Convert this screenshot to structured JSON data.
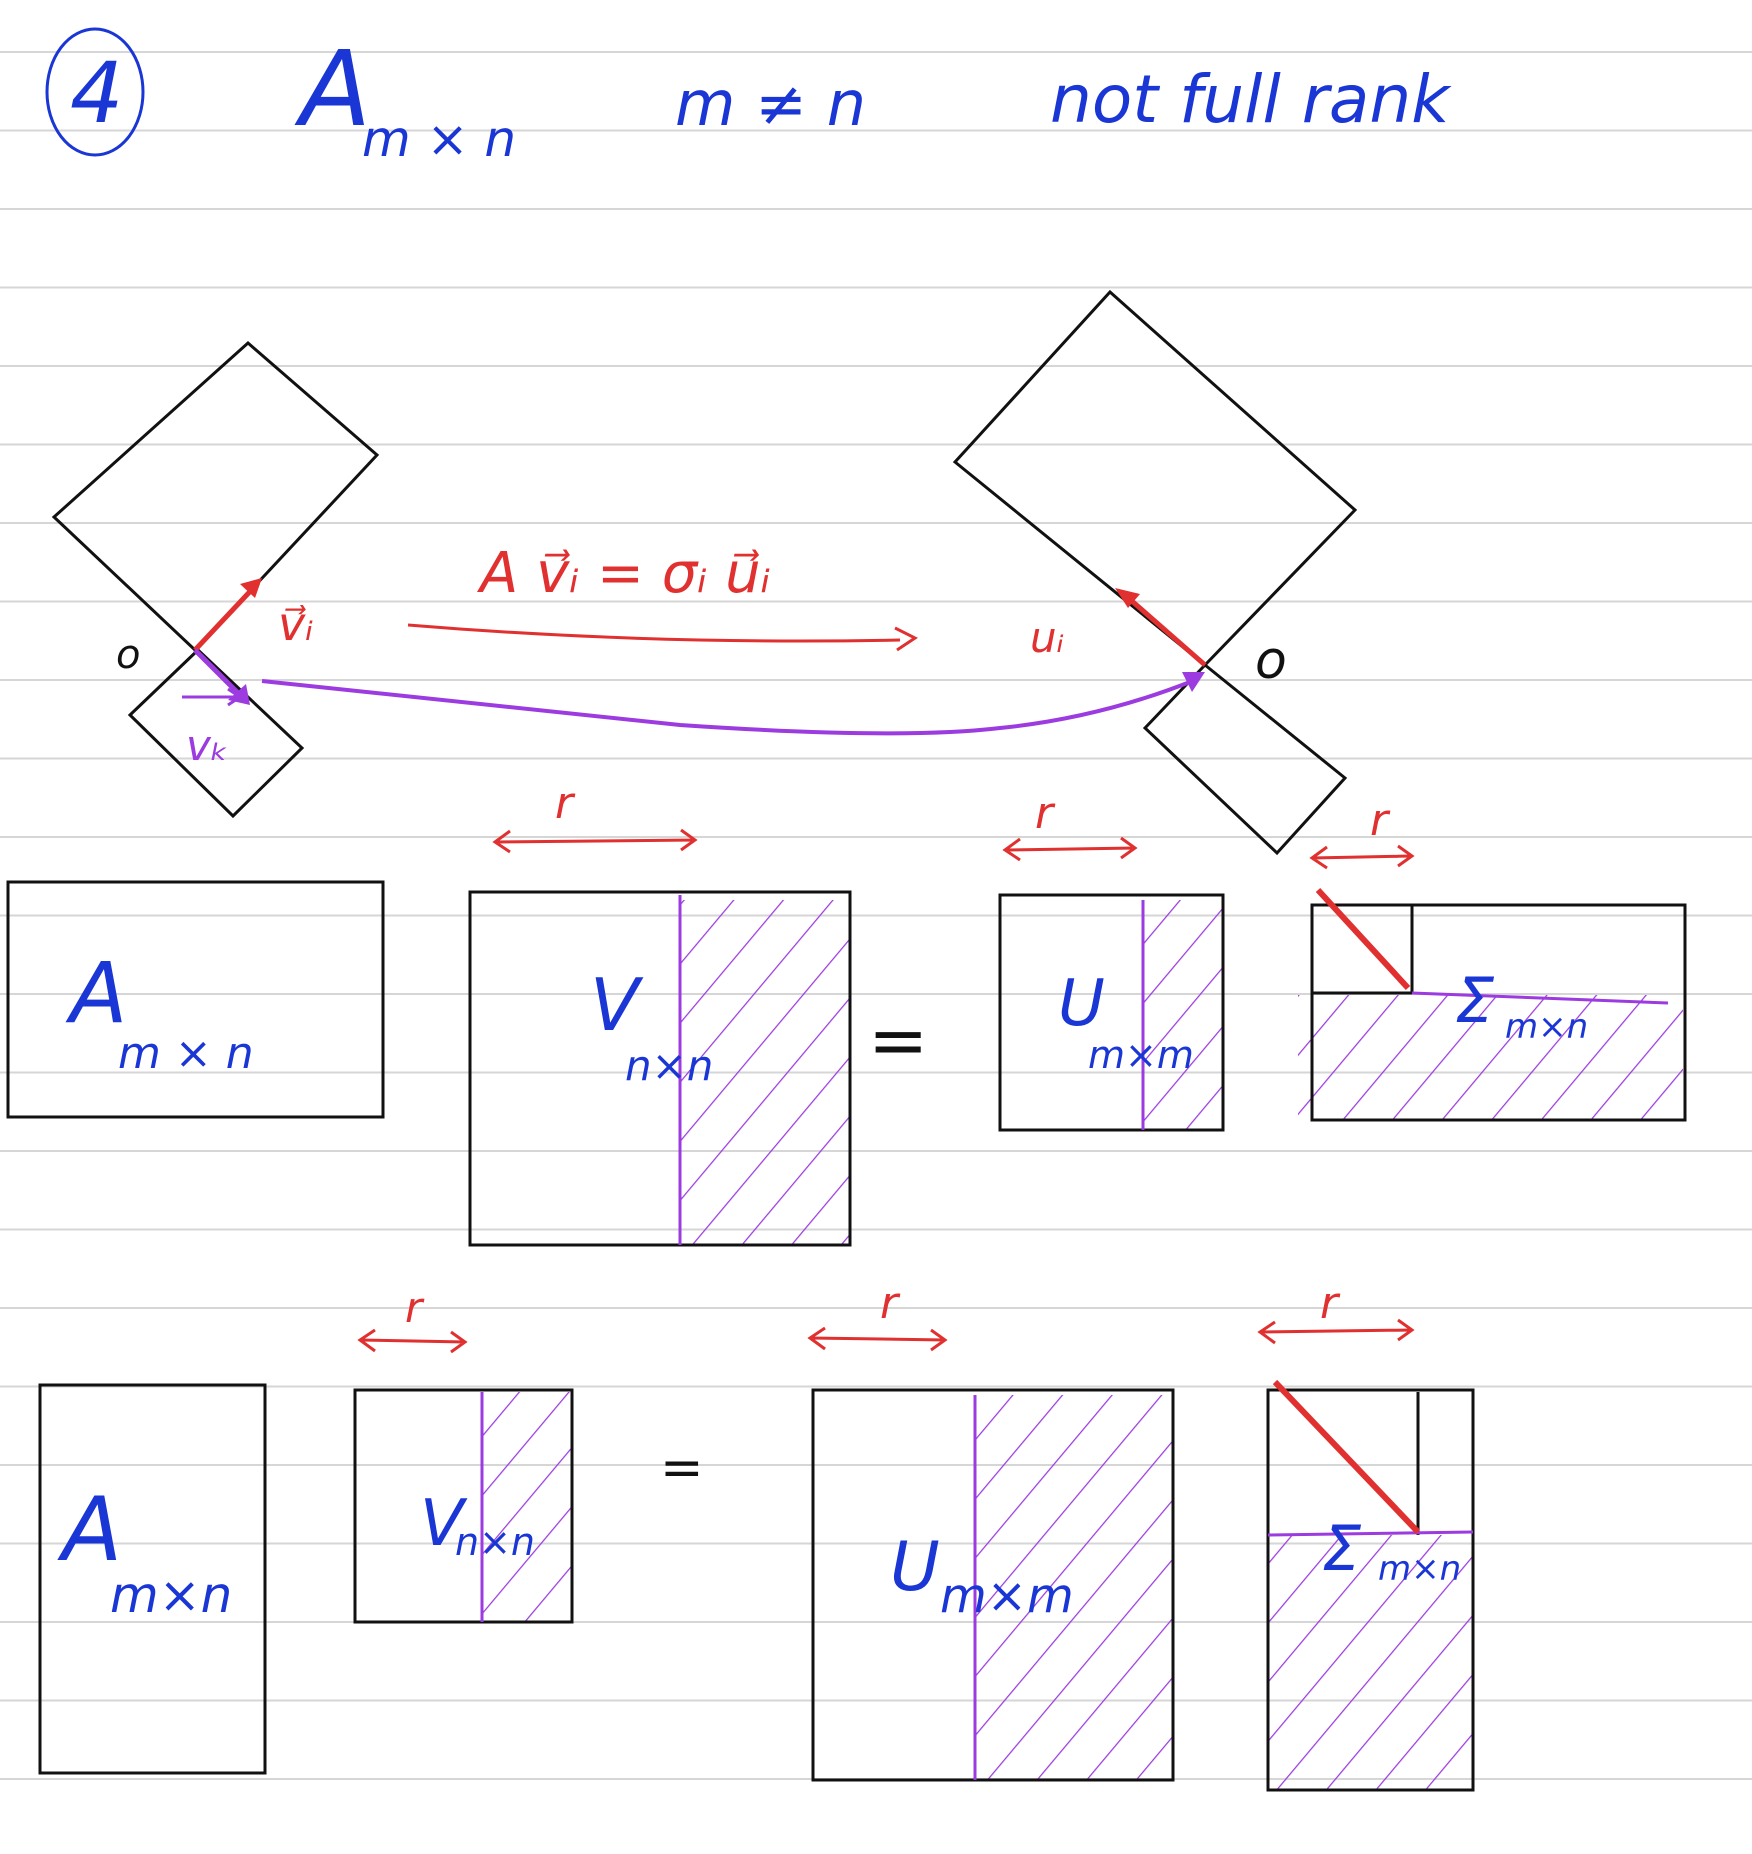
{
  "page": {
    "colors": {
      "rule": "#d6d6d6",
      "ink": "#111111",
      "blue": "#1a36d4",
      "red": "#e0302f",
      "purple": "#9b3be0"
    }
  },
  "header": {
    "number": "4",
    "matrix": "A",
    "matrix_sub": "m × n",
    "condition": "m ≠ n",
    "note": "not full rank"
  },
  "geometry": {
    "origin_left": "o",
    "origin_right": "o",
    "vi": "v⃗ᵢ",
    "vk": "vₖ",
    "ui": "uᵢ",
    "equation": "A v⃗ᵢ = σᵢ u⃗ᵢ"
  },
  "row1": {
    "a_label": "A",
    "a_sub": "m × n",
    "v_label": "V",
    "v_sub": "n×n",
    "equals": "=",
    "u_label": "U",
    "u_sub": "m×m",
    "s_label": "Σ",
    "s_sub": "m×n",
    "r_v": "r",
    "r_u": "r",
    "r_s": "r"
  },
  "row2": {
    "a_label": "A",
    "a_sub": "m×n",
    "v_label": "V",
    "v_sub": "n×n",
    "equals": "=",
    "u_label": "U",
    "u_sub": "m×m",
    "s_label": "Σ",
    "s_sub": "m×n",
    "r_v": "r",
    "r_u": "r",
    "r_s": "r"
  }
}
